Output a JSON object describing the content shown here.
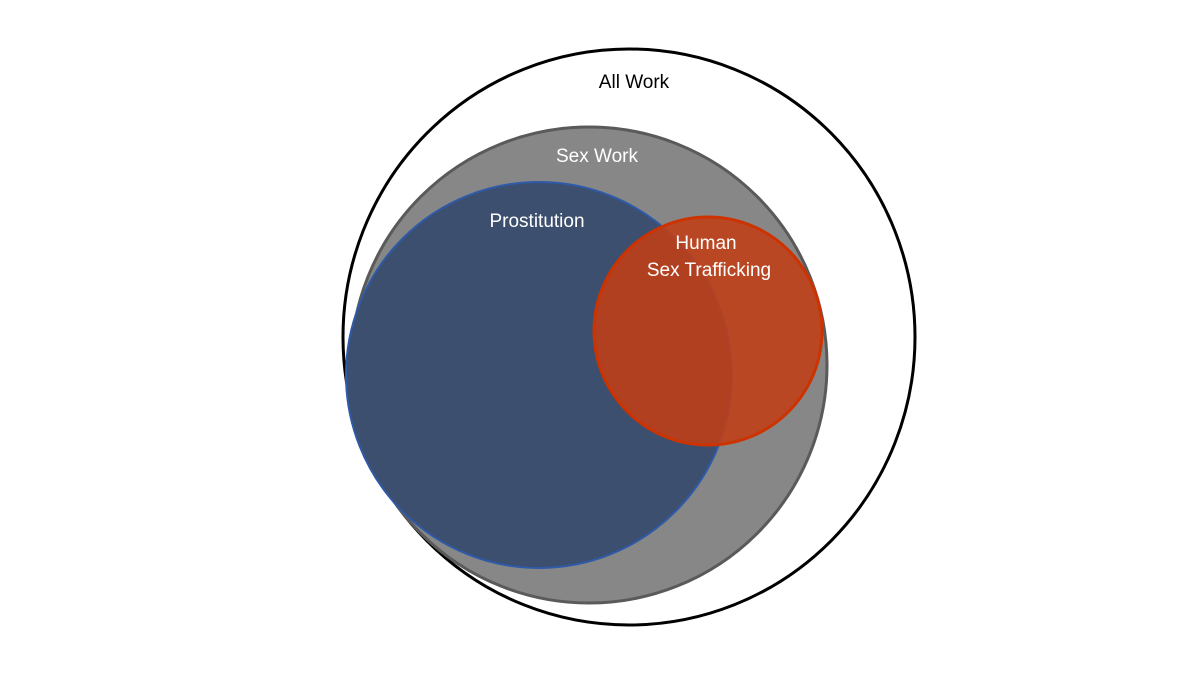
{
  "diagram": {
    "sets": {
      "all_work": {
        "label": "All Work",
        "color": "#000000",
        "text_color": "#000000"
      },
      "sex_work": {
        "label": "Sex Work",
        "color": "#878787",
        "stroke": "#5a5a5a",
        "text_color": "#ffffff"
      },
      "prostitution": {
        "label": "Prostitution",
        "color": "#3d4f6e",
        "stroke": "#2e5aa8",
        "text_color": "#ffffff"
      },
      "human_sex_trafficking": {
        "label_line1": "Human",
        "label_line2": "Sex Trafficking",
        "color": "#c23f17",
        "stroke": "#cc3300",
        "text_color": "#ffffff"
      }
    }
  }
}
